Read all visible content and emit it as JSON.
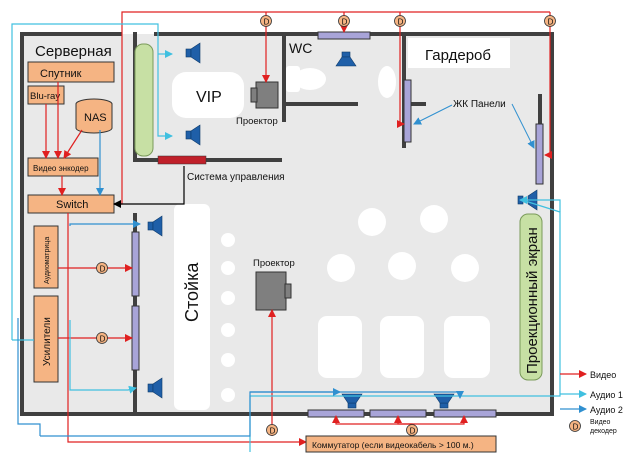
{
  "rooms": {
    "server": "Серверная",
    "wc": "WC",
    "wardrobe": "Гардероб",
    "vip": "VIP",
    "bar": "Стойка",
    "projection_screen": "Проекционный экран"
  },
  "equipment": {
    "satellite": "Спутник",
    "bluray": "Blu-ray",
    "nas": "NAS",
    "video_encoder": "Видео энкодер",
    "switch": "Switch",
    "audio_matrix": "Аудиоматрица",
    "amplifiers": "Усилители",
    "projector_vip": "Проектор",
    "projector_main": "Проектор",
    "control_system": "Система управления",
    "lcd_panels": "ЖК Панели",
    "commutator": "Коммутатор (если видеокабель > 100 м.)"
  },
  "legend": {
    "video": "Видео",
    "audio1": "Аудио 1",
    "audio2": "Аудио 2",
    "decoder_glyph": "D",
    "decoder": "Видео декодер"
  },
  "colors": {
    "video": "#e02020",
    "audio1": "#40c0e0",
    "audio2": "#3090d0",
    "equipment_fill": "#f5b483",
    "panel_fill": "#a8a4d8",
    "speaker_fill": "#1f5fa8",
    "decoder_fill": "#f5b483",
    "wall": "#404040",
    "floor": "#e9e9e9",
    "projector_fill": "#7f7f7f",
    "screen_fill": "#c7e0a4"
  }
}
